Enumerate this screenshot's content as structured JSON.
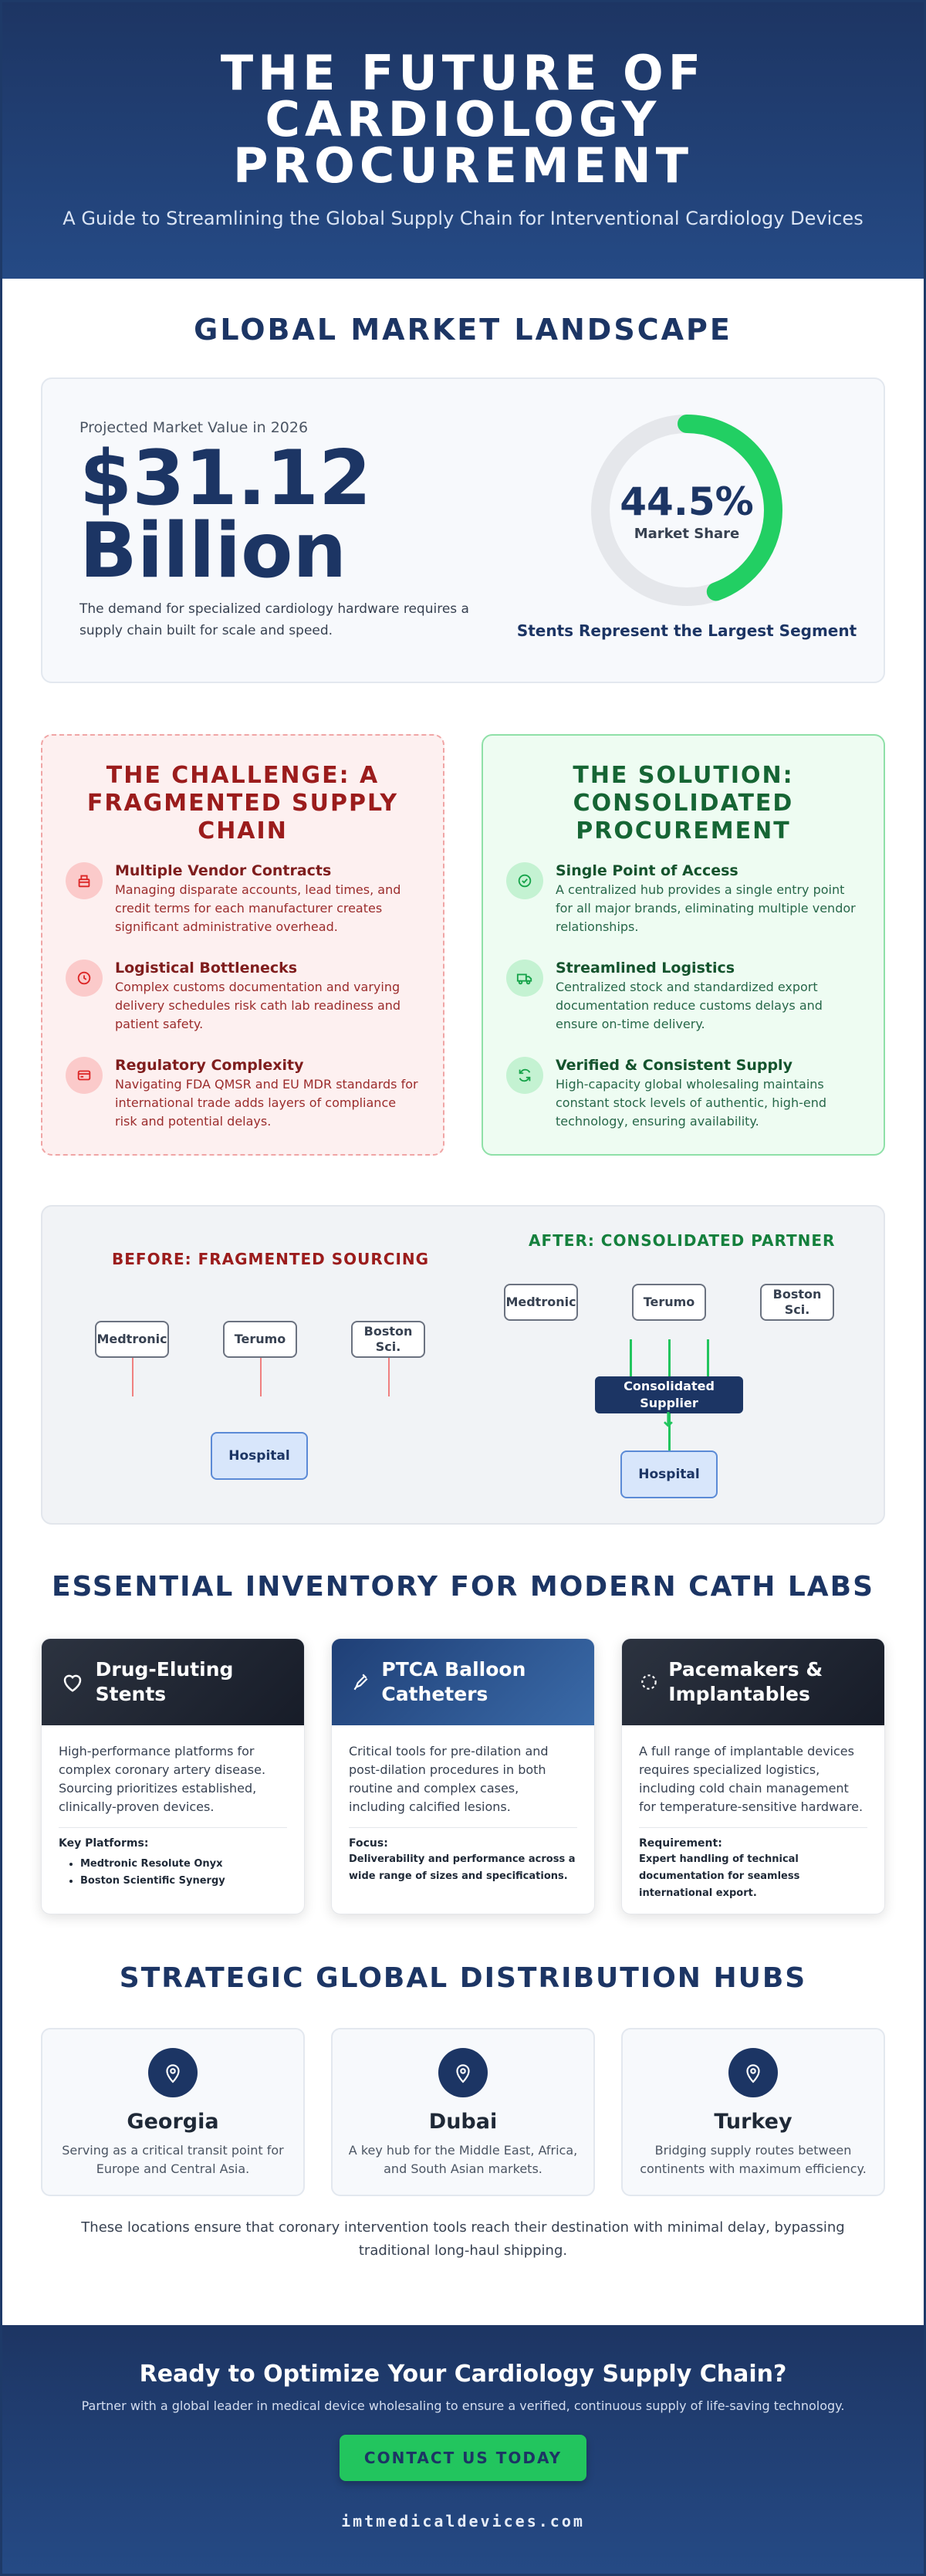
{
  "hero": {
    "title_lines": [
      "THE FUTURE OF",
      "CARDIOLOGY",
      "PROCUREMENT"
    ],
    "subtitle": "A Guide to Streamlining the Global Supply Chain for Interventional Cardiology Devices"
  },
  "market": {
    "section_title": "GLOBAL MARKET LANDSCAPE",
    "label": "Projected Market Value in 2026",
    "value_line1": "$31.12",
    "value_line2": "Billion",
    "description": "The demand for specialized cardiology hardware requires a supply chain built for scale and speed.",
    "share_percent": "44.5%",
    "share_fraction": 0.445,
    "share_caption": "Market Share",
    "segment_caption": "Stents Represent the Largest Segment",
    "colors": {
      "ring_fill": "#22cf63",
      "ring_track": "#e5e7eb"
    }
  },
  "challenge": {
    "title": "THE CHALLENGE: A FRAGMENTED SUPPLY CHAIN",
    "items": [
      {
        "icon": "contracts-icon",
        "title": "Multiple Vendor Contracts",
        "desc": "Managing disparate accounts, lead times, and credit terms for each manufacturer creates significant administrative overhead."
      },
      {
        "icon": "clock-icon",
        "title": "Logistical Bottlenecks",
        "desc": "Complex customs documentation and varying delivery schedules risk cath lab readiness and patient safety."
      },
      {
        "icon": "card-icon",
        "title": "Regulatory Complexity",
        "desc": "Navigating FDA QMSR and EU MDR standards for international trade adds layers of compliance risk and potential delays."
      }
    ]
  },
  "solution": {
    "title": "THE SOLUTION: CONSOLIDATED PROCUREMENT",
    "items": [
      {
        "icon": "check-circle-icon",
        "title": "Single Point of Access",
        "desc": "A centralized hub provides a single entry point for all major brands, eliminating multiple vendor relationships."
      },
      {
        "icon": "truck-icon",
        "title": "Streamlined Logistics",
        "desc": "Centralized stock and standardized export documentation reduce customs delays and ensure on-time delivery."
      },
      {
        "icon": "refresh-icon",
        "title": "Verified & Consistent Supply",
        "desc": "High-capacity global wholesaling maintains constant stock levels of authentic, high-end technology, ensuring availability."
      }
    ]
  },
  "before_after": {
    "before_title": "BEFORE: FRAGMENTED SOURCING",
    "after_title": "AFTER: CONSOLIDATED PARTNER",
    "vendors": [
      "Medtronic",
      "Terumo",
      "Boston Sci."
    ],
    "supplier": "Consolidated Supplier",
    "hospital": "Hospital",
    "arrow": "↓"
  },
  "inventory": {
    "section_title": "ESSENTIAL INVENTORY FOR MODERN CATH LABS",
    "cards": [
      {
        "icon": "heart-icon",
        "title": "Drug-Eluting Stents",
        "desc": "High-performance platforms for complex coronary artery disease. Sourcing prioritizes established, clinically-proven devices.",
        "sub_label": "Key Platforms:",
        "list": [
          "Medtronic Resolute Onyx",
          "Boston Scientific Synergy"
        ]
      },
      {
        "icon": "syringe-icon",
        "title": "PTCA Balloon Catheters",
        "desc": "Critical tools for pre-dilation and post-dilation procedures in both routine and complex cases, including calcified lesions.",
        "sub_label": "Focus:",
        "note": "Deliverability and performance across a wide range of sizes and specifications."
      },
      {
        "icon": "spinner-icon",
        "title": "Pacemakers & Implantables",
        "desc": "A full range of implantable devices requires specialized logistics, including cold chain management for temperature-sensitive hardware.",
        "sub_label": "Requirement:",
        "note": "Expert handling of technical documentation for seamless international export."
      }
    ]
  },
  "hubs": {
    "section_title": "STRATEGIC GLOBAL DISTRIBUTION HUBS",
    "items": [
      {
        "name": "Georgia",
        "desc": "Serving as a critical transit point for Europe and Central Asia."
      },
      {
        "name": "Dubai",
        "desc": "A key hub for the Middle East, Africa, and South Asian markets."
      },
      {
        "name": "Turkey",
        "desc": "Bridging supply routes between continents with maximum efficiency."
      }
    ],
    "note": "These locations ensure that coronary intervention tools reach their destination with minimal delay, bypassing traditional long-haul shipping."
  },
  "footer": {
    "title": "Ready to Optimize Your Cardiology Supply Chain?",
    "subtitle": "Partner with a global leader in medical device wholesaling to ensure a verified, continuous supply of life-saving technology.",
    "cta": "CONTACT US TODAY",
    "url": "imtmedicaldevices.com"
  }
}
